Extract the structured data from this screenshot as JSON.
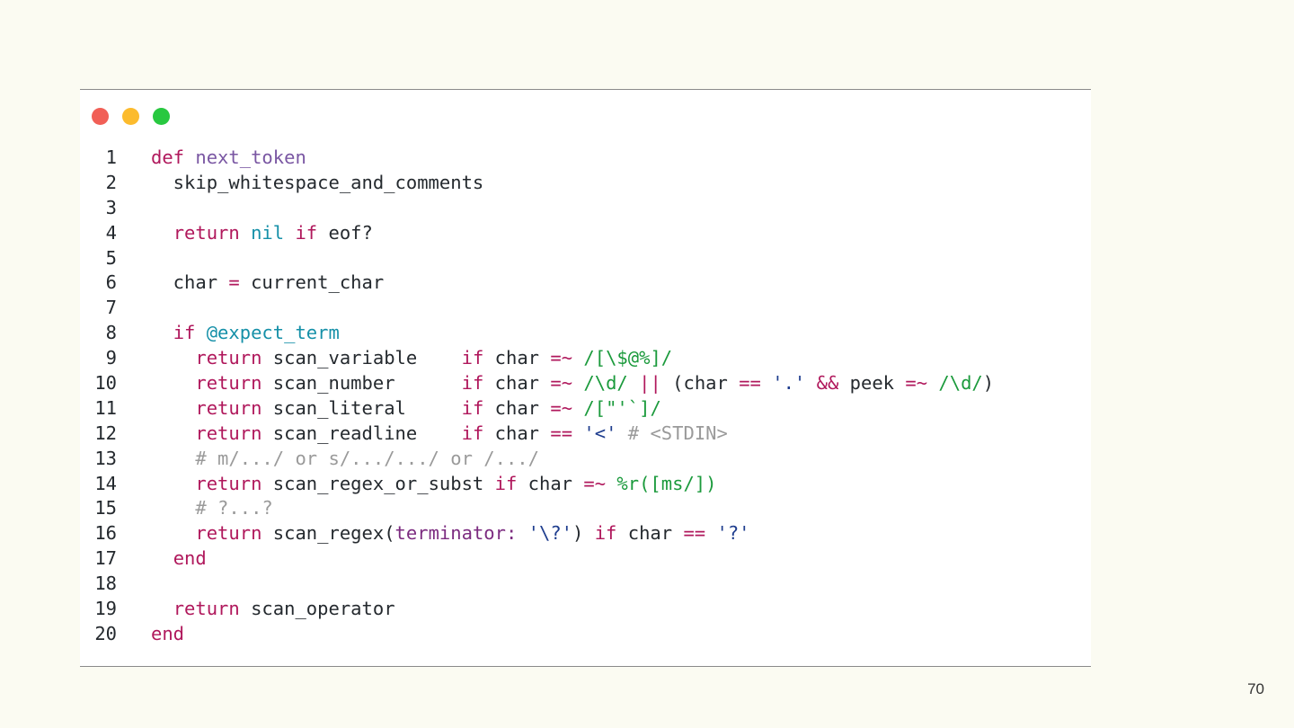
{
  "code": {
    "lines": [
      {
        "n": "1",
        "tokens": [
          {
            "t": "def",
            "c": "kw"
          },
          {
            "t": " "
          },
          {
            "t": "next_token",
            "c": "fn"
          }
        ]
      },
      {
        "n": "2",
        "tokens": [
          {
            "t": "  skip_whitespace_and_comments"
          }
        ]
      },
      {
        "n": "3",
        "tokens": []
      },
      {
        "n": "4",
        "tokens": [
          {
            "t": "  "
          },
          {
            "t": "return",
            "c": "kw"
          },
          {
            "t": " "
          },
          {
            "t": "nil",
            "c": "con"
          },
          {
            "t": " "
          },
          {
            "t": "if",
            "c": "kw"
          },
          {
            "t": " eof?"
          }
        ]
      },
      {
        "n": "5",
        "tokens": []
      },
      {
        "n": "6",
        "tokens": [
          {
            "t": "  char "
          },
          {
            "t": "=",
            "c": "op"
          },
          {
            "t": " current_char"
          }
        ]
      },
      {
        "n": "7",
        "tokens": []
      },
      {
        "n": "8",
        "tokens": [
          {
            "t": "  "
          },
          {
            "t": "if",
            "c": "kw"
          },
          {
            "t": " "
          },
          {
            "t": "@expect_term",
            "c": "ivar"
          }
        ]
      },
      {
        "n": "9",
        "tokens": [
          {
            "t": "    "
          },
          {
            "t": "return",
            "c": "kw"
          },
          {
            "t": " scan_variable    "
          },
          {
            "t": "if",
            "c": "kw"
          },
          {
            "t": " char "
          },
          {
            "t": "=~",
            "c": "op"
          },
          {
            "t": " "
          },
          {
            "t": "/[\\$@%]/",
            "c": "rx"
          }
        ]
      },
      {
        "n": "10",
        "tokens": [
          {
            "t": "    "
          },
          {
            "t": "return",
            "c": "kw"
          },
          {
            "t": " scan_number      "
          },
          {
            "t": "if",
            "c": "kw"
          },
          {
            "t": " char "
          },
          {
            "t": "=~",
            "c": "op"
          },
          {
            "t": " "
          },
          {
            "t": "/\\d/",
            "c": "rx"
          },
          {
            "t": " "
          },
          {
            "t": "||",
            "c": "op"
          },
          {
            "t": " (char "
          },
          {
            "t": "==",
            "c": "op"
          },
          {
            "t": " "
          },
          {
            "t": "'.'",
            "c": "str"
          },
          {
            "t": " "
          },
          {
            "t": "&&",
            "c": "op"
          },
          {
            "t": " peek "
          },
          {
            "t": "=~",
            "c": "op"
          },
          {
            "t": " "
          },
          {
            "t": "/\\d/",
            "c": "rx"
          },
          {
            "t": ")"
          }
        ]
      },
      {
        "n": "11",
        "tokens": [
          {
            "t": "    "
          },
          {
            "t": "return",
            "c": "kw"
          },
          {
            "t": " scan_literal     "
          },
          {
            "t": "if",
            "c": "kw"
          },
          {
            "t": " char "
          },
          {
            "t": "=~",
            "c": "op"
          },
          {
            "t": " "
          },
          {
            "t": "/[\"'`]/",
            "c": "rx"
          }
        ]
      },
      {
        "n": "12",
        "tokens": [
          {
            "t": "    "
          },
          {
            "t": "return",
            "c": "kw"
          },
          {
            "t": " scan_readline    "
          },
          {
            "t": "if",
            "c": "kw"
          },
          {
            "t": " char "
          },
          {
            "t": "==",
            "c": "op"
          },
          {
            "t": " "
          },
          {
            "t": "'<'",
            "c": "str"
          },
          {
            "t": " "
          },
          {
            "t": "# <STDIN>",
            "c": "cm"
          }
        ]
      },
      {
        "n": "13",
        "tokens": [
          {
            "t": "    "
          },
          {
            "t": "# m/.../ or s/.../.../ or /.../",
            "c": "cm"
          }
        ]
      },
      {
        "n": "14",
        "tokens": [
          {
            "t": "    "
          },
          {
            "t": "return",
            "c": "kw"
          },
          {
            "t": " scan_regex_or_subst "
          },
          {
            "t": "if",
            "c": "kw"
          },
          {
            "t": " char "
          },
          {
            "t": "=~",
            "c": "op"
          },
          {
            "t": " "
          },
          {
            "t": "%r([ms/])",
            "c": "rx"
          }
        ]
      },
      {
        "n": "15",
        "tokens": [
          {
            "t": "    "
          },
          {
            "t": "# ?...?",
            "c": "cm"
          }
        ]
      },
      {
        "n": "16",
        "tokens": [
          {
            "t": "    "
          },
          {
            "t": "return",
            "c": "kw"
          },
          {
            "t": " scan_regex("
          },
          {
            "t": "terminator:",
            "c": "sym"
          },
          {
            "t": " "
          },
          {
            "t": "'\\?'",
            "c": "str"
          },
          {
            "t": ") "
          },
          {
            "t": "if",
            "c": "kw"
          },
          {
            "t": " char "
          },
          {
            "t": "==",
            "c": "op"
          },
          {
            "t": " "
          },
          {
            "t": "'?'",
            "c": "str"
          }
        ]
      },
      {
        "n": "17",
        "tokens": [
          {
            "t": "  "
          },
          {
            "t": "end",
            "c": "kw"
          }
        ]
      },
      {
        "n": "18",
        "tokens": []
      },
      {
        "n": "19",
        "tokens": [
          {
            "t": "  "
          },
          {
            "t": "return",
            "c": "kw"
          },
          {
            "t": " scan_operator"
          }
        ]
      },
      {
        "n": "20",
        "tokens": [
          {
            "t": "end",
            "c": "kw"
          }
        ]
      }
    ]
  },
  "slide": {
    "page_number": "70"
  }
}
